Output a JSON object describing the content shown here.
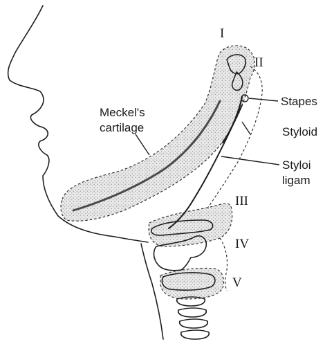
{
  "labels": {
    "meckel_line1": "Meckel's",
    "meckel_line2": "cartilage",
    "stapes": "Stapes",
    "styloid": "Styloid",
    "styloid_lig_line1": "Styloi",
    "styloid_lig_line2": "ligam"
  },
  "arches": [
    "I",
    "II",
    "III",
    "IV",
    "V"
  ]
}
